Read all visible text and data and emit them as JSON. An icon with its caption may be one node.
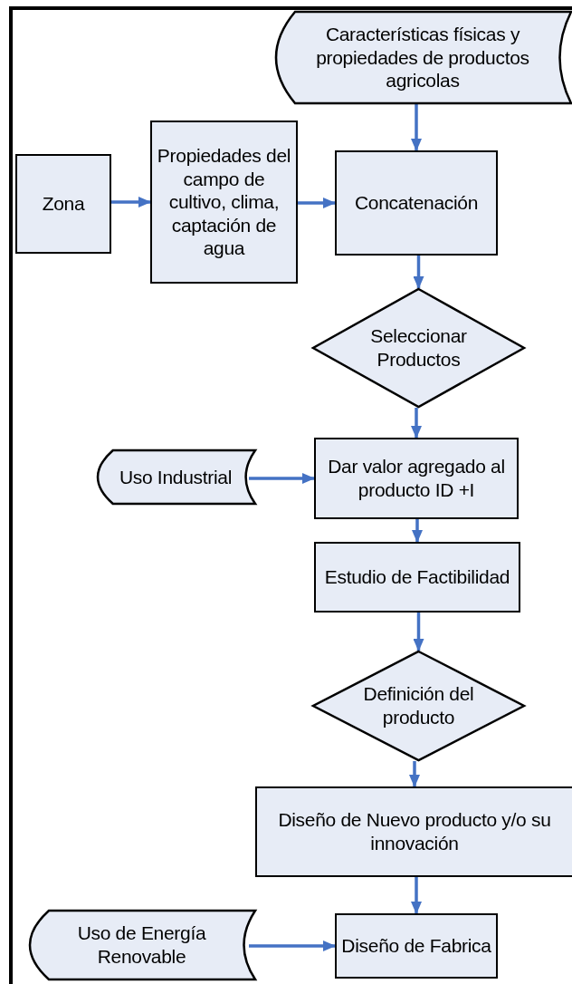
{
  "diagram": {
    "nodes": [
      {
        "text": [
          "Características físicas y propiedades de productos agricolas"
        ]
      },
      {
        "text": [
          "Zona"
        ]
      },
      {
        "text": [
          "Propiedades del campo de cultivo, clima, captación de agua"
        ]
      },
      {
        "text": [
          "Concatenación"
        ]
      },
      {
        "text": [
          "Seleccionar Productos"
        ]
      },
      {
        "text": [
          "Uso Industrial"
        ]
      },
      {
        "text": [
          "Dar valor agregado al producto ID +I"
        ]
      },
      {
        "text": [
          "Estudio de Factibilidad"
        ]
      },
      {
        "text": [
          "Definición del producto"
        ]
      },
      {
        "text": [
          "Diseño de Nuevo producto y/o su innovación"
        ]
      },
      {
        "text": [
          "Uso de Energía Renovable"
        ]
      },
      {
        "text": [
          "Diseño de Fabrica"
        ]
      }
    ],
    "edges": [
      {
        "from": 0,
        "to": 3,
        "arrow": "to"
      },
      {
        "from": 1,
        "to": 2,
        "arrow": "to"
      },
      {
        "from": 2,
        "to": 3,
        "arrow": "to"
      },
      {
        "from": 3,
        "to": 4,
        "arrow": "to"
      },
      {
        "from": 4,
        "to": 6,
        "arrow": "to"
      },
      {
        "from": 5,
        "to": 6,
        "arrow": "to"
      },
      {
        "from": 6,
        "to": 7,
        "arrow": "to"
      },
      {
        "from": 7,
        "to": 8,
        "arrow": "to"
      },
      {
        "from": 8,
        "to": 9,
        "arrow": "to"
      },
      {
        "from": 9,
        "to": 11,
        "arrow": "to"
      },
      {
        "from": 10,
        "to": 11,
        "arrow": "to"
      }
    ]
  }
}
